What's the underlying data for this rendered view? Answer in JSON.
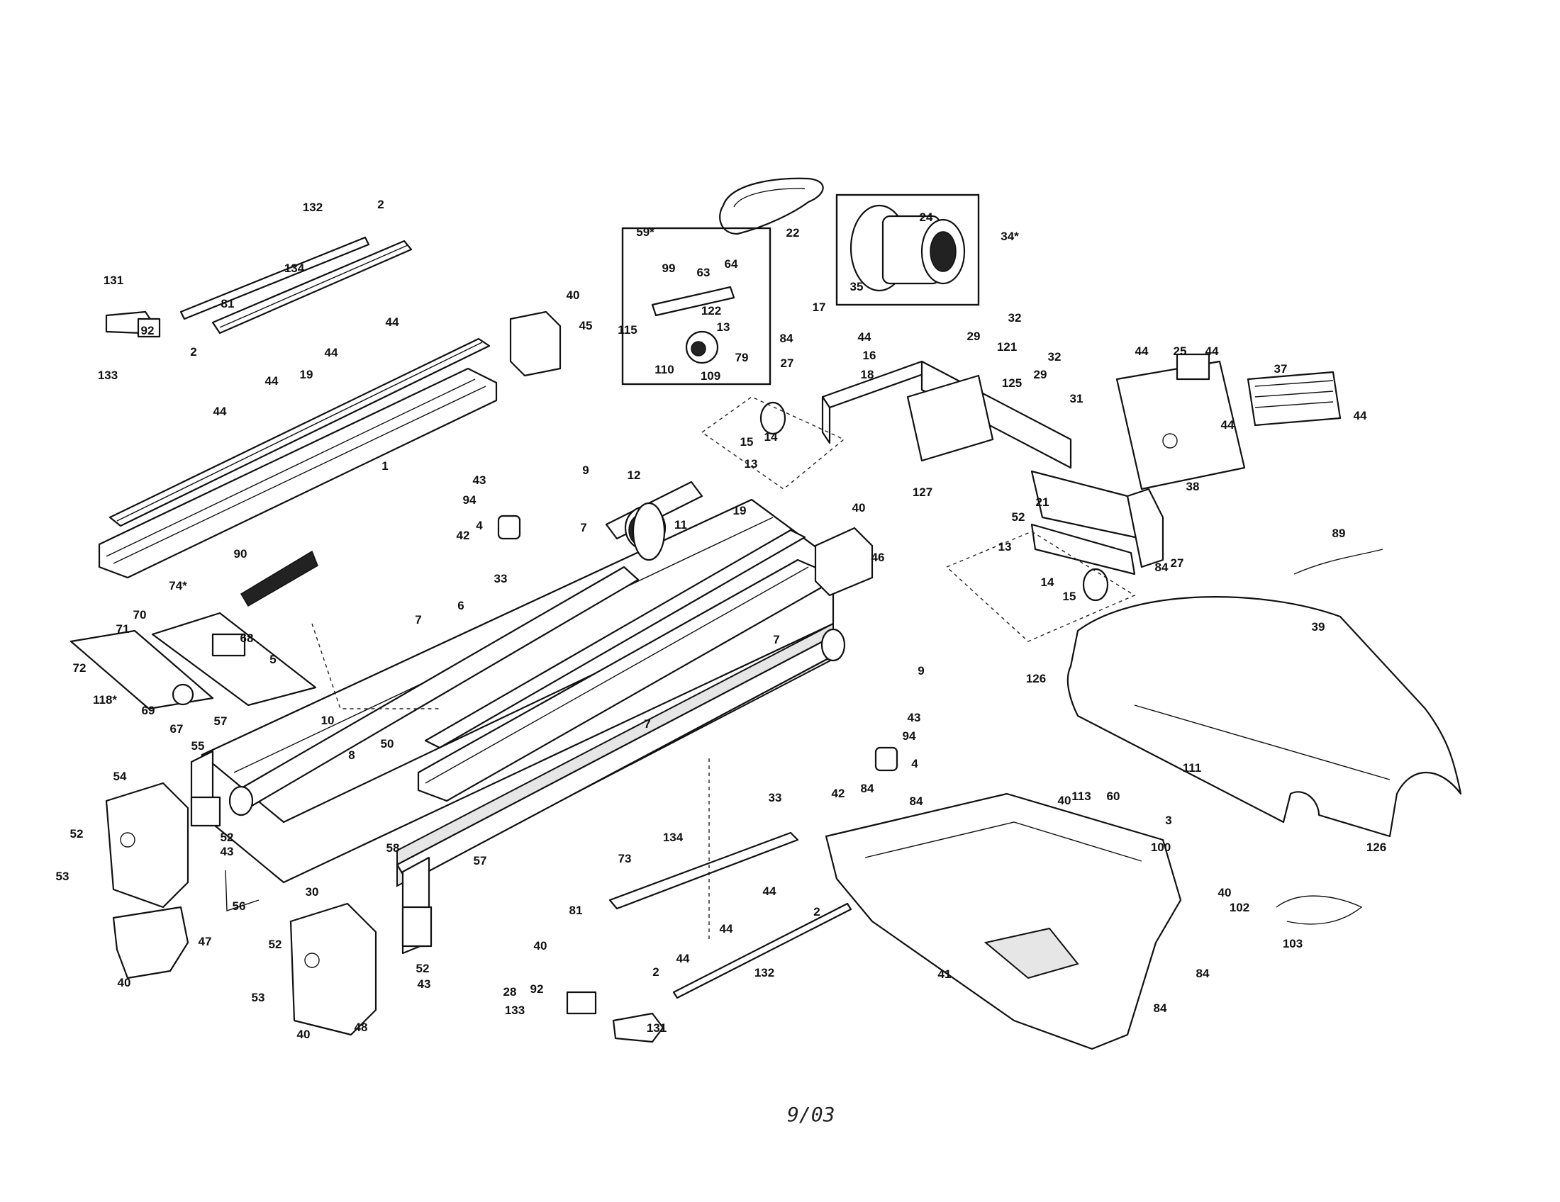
{
  "footer": {
    "date": "9/03"
  },
  "callouts": [
    {
      "id": "c1",
      "text": "1"
    },
    {
      "id": "c2a",
      "text": "2"
    },
    {
      "id": "c2b",
      "text": "2"
    },
    {
      "id": "c2c",
      "text": "2"
    },
    {
      "id": "c2d",
      "text": "2"
    },
    {
      "id": "c3",
      "text": "3"
    },
    {
      "id": "c4a",
      "text": "4"
    },
    {
      "id": "c4b",
      "text": "4"
    },
    {
      "id": "c5",
      "text": "5"
    },
    {
      "id": "c6",
      "text": "6"
    },
    {
      "id": "c7a",
      "text": "7"
    },
    {
      "id": "c7b",
      "text": "7"
    },
    {
      "id": "c7c",
      "text": "7"
    },
    {
      "id": "c7d",
      "text": "7"
    },
    {
      "id": "c8",
      "text": "8"
    },
    {
      "id": "c9a",
      "text": "9"
    },
    {
      "id": "c9b",
      "text": "9"
    },
    {
      "id": "c10",
      "text": "10"
    },
    {
      "id": "c11",
      "text": "11"
    },
    {
      "id": "c12",
      "text": "12"
    },
    {
      "id": "c13a",
      "text": "13"
    },
    {
      "id": "c13b",
      "text": "13"
    },
    {
      "id": "c13c",
      "text": "13"
    },
    {
      "id": "c14a",
      "text": "14"
    },
    {
      "id": "c14b",
      "text": "14"
    },
    {
      "id": "c15a",
      "text": "15"
    },
    {
      "id": "c15b",
      "text": "15"
    },
    {
      "id": "c16",
      "text": "16"
    },
    {
      "id": "c17",
      "text": "17"
    },
    {
      "id": "c18",
      "text": "18"
    },
    {
      "id": "c19a",
      "text": "19"
    },
    {
      "id": "c19b",
      "text": "19"
    },
    {
      "id": "c21",
      "text": "21"
    },
    {
      "id": "c22",
      "text": "22"
    },
    {
      "id": "c24",
      "text": "24"
    },
    {
      "id": "c25",
      "text": "25"
    },
    {
      "id": "c27a",
      "text": "27"
    },
    {
      "id": "c27b",
      "text": "27"
    },
    {
      "id": "c28",
      "text": "28"
    },
    {
      "id": "c29a",
      "text": "29"
    },
    {
      "id": "c29b",
      "text": "29"
    },
    {
      "id": "c30",
      "text": "30"
    },
    {
      "id": "c31",
      "text": "31"
    },
    {
      "id": "c32a",
      "text": "32"
    },
    {
      "id": "c32b",
      "text": "32"
    },
    {
      "id": "c33a",
      "text": "33"
    },
    {
      "id": "c33b",
      "text": "33"
    },
    {
      "id": "c34",
      "text": "34*"
    },
    {
      "id": "c35",
      "text": "35"
    },
    {
      "id": "c37",
      "text": "37"
    },
    {
      "id": "c38",
      "text": "38"
    },
    {
      "id": "c39",
      "text": "39"
    },
    {
      "id": "c40a",
      "text": "40"
    },
    {
      "id": "c40b",
      "text": "40"
    },
    {
      "id": "c40c",
      "text": "40"
    },
    {
      "id": "c40d",
      "text": "40"
    },
    {
      "id": "c40e",
      "text": "40"
    },
    {
      "id": "c40f",
      "text": "40"
    },
    {
      "id": "c40g",
      "text": "40"
    },
    {
      "id": "c41",
      "text": "41"
    },
    {
      "id": "c42a",
      "text": "42"
    },
    {
      "id": "c42b",
      "text": "42"
    },
    {
      "id": "c43a",
      "text": "43"
    },
    {
      "id": "c43b",
      "text": "43"
    },
    {
      "id": "c43c",
      "text": "43"
    },
    {
      "id": "c43d",
      "text": "43"
    },
    {
      "id": "c44a",
      "text": "44"
    },
    {
      "id": "c44b",
      "text": "44"
    },
    {
      "id": "c44c",
      "text": "44"
    },
    {
      "id": "c44d",
      "text": "44"
    },
    {
      "id": "c44e",
      "text": "44"
    },
    {
      "id": "c44f",
      "text": "44"
    },
    {
      "id": "c44g",
      "text": "44"
    },
    {
      "id": "c44h",
      "text": "44"
    },
    {
      "id": "c44i",
      "text": "44"
    },
    {
      "id": "c44j",
      "text": "44"
    },
    {
      "id": "c44k",
      "text": "44"
    },
    {
      "id": "c44l",
      "text": "44"
    },
    {
      "id": "c45",
      "text": "45"
    },
    {
      "id": "c46",
      "text": "46"
    },
    {
      "id": "c47",
      "text": "47"
    },
    {
      "id": "c48",
      "text": "48"
    },
    {
      "id": "c50",
      "text": "50"
    },
    {
      "id": "c52a",
      "text": "52"
    },
    {
      "id": "c52b",
      "text": "52"
    },
    {
      "id": "c52c",
      "text": "52"
    },
    {
      "id": "c52d",
      "text": "52"
    },
    {
      "id": "c52e",
      "text": "52"
    },
    {
      "id": "c53a",
      "text": "53"
    },
    {
      "id": "c53b",
      "text": "53"
    },
    {
      "id": "c54",
      "text": "54"
    },
    {
      "id": "c55",
      "text": "55"
    },
    {
      "id": "c56",
      "text": "56"
    },
    {
      "id": "c57a",
      "text": "57"
    },
    {
      "id": "c57b",
      "text": "57"
    },
    {
      "id": "c58",
      "text": "58"
    },
    {
      "id": "c59",
      "text": "59*"
    },
    {
      "id": "c60",
      "text": "60"
    },
    {
      "id": "c63",
      "text": "63"
    },
    {
      "id": "c64",
      "text": "64"
    },
    {
      "id": "c67",
      "text": "67"
    },
    {
      "id": "c68",
      "text": "68"
    },
    {
      "id": "c69",
      "text": "69"
    },
    {
      "id": "c70",
      "text": "70"
    },
    {
      "id": "c71",
      "text": "71"
    },
    {
      "id": "c72",
      "text": "72"
    },
    {
      "id": "c73",
      "text": "73"
    },
    {
      "id": "c74",
      "text": "74*"
    },
    {
      "id": "c79",
      "text": "79"
    },
    {
      "id": "c81a",
      "text": "81"
    },
    {
      "id": "c81b",
      "text": "81"
    },
    {
      "id": "c84a",
      "text": "84"
    },
    {
      "id": "c84b",
      "text": "84"
    },
    {
      "id": "c84c",
      "text": "84"
    },
    {
      "id": "c84d",
      "text": "84"
    },
    {
      "id": "c84e",
      "text": "84"
    },
    {
      "id": "c84f",
      "text": "84"
    },
    {
      "id": "c89",
      "text": "89"
    },
    {
      "id": "c90",
      "text": "90"
    },
    {
      "id": "c92a",
      "text": "92"
    },
    {
      "id": "c92b",
      "text": "92"
    },
    {
      "id": "c94a",
      "text": "94"
    },
    {
      "id": "c94b",
      "text": "94"
    },
    {
      "id": "c99",
      "text": "99"
    },
    {
      "id": "c100",
      "text": "100"
    },
    {
      "id": "c102",
      "text": "102"
    },
    {
      "id": "c103",
      "text": "103"
    },
    {
      "id": "c109",
      "text": "109"
    },
    {
      "id": "c110",
      "text": "110"
    },
    {
      "id": "c111",
      "text": "111"
    },
    {
      "id": "c113",
      "text": "113"
    },
    {
      "id": "c115",
      "text": "115"
    },
    {
      "id": "c118",
      "text": "118*"
    },
    {
      "id": "c121",
      "text": "121"
    },
    {
      "id": "c122",
      "text": "122"
    },
    {
      "id": "c125",
      "text": "125"
    },
    {
      "id": "c126a",
      "text": "126"
    },
    {
      "id": "c126b",
      "text": "126"
    },
    {
      "id": "c127",
      "text": "127"
    },
    {
      "id": "c131a",
      "text": "131"
    },
    {
      "id": "c131b",
      "text": "131"
    },
    {
      "id": "c132a",
      "text": "132"
    },
    {
      "id": "c132b",
      "text": "132"
    },
    {
      "id": "c133a",
      "text": "133"
    },
    {
      "id": "c133b",
      "text": "133"
    },
    {
      "id": "c134a",
      "text": "134"
    },
    {
      "id": "c134b",
      "text": "134"
    }
  ]
}
